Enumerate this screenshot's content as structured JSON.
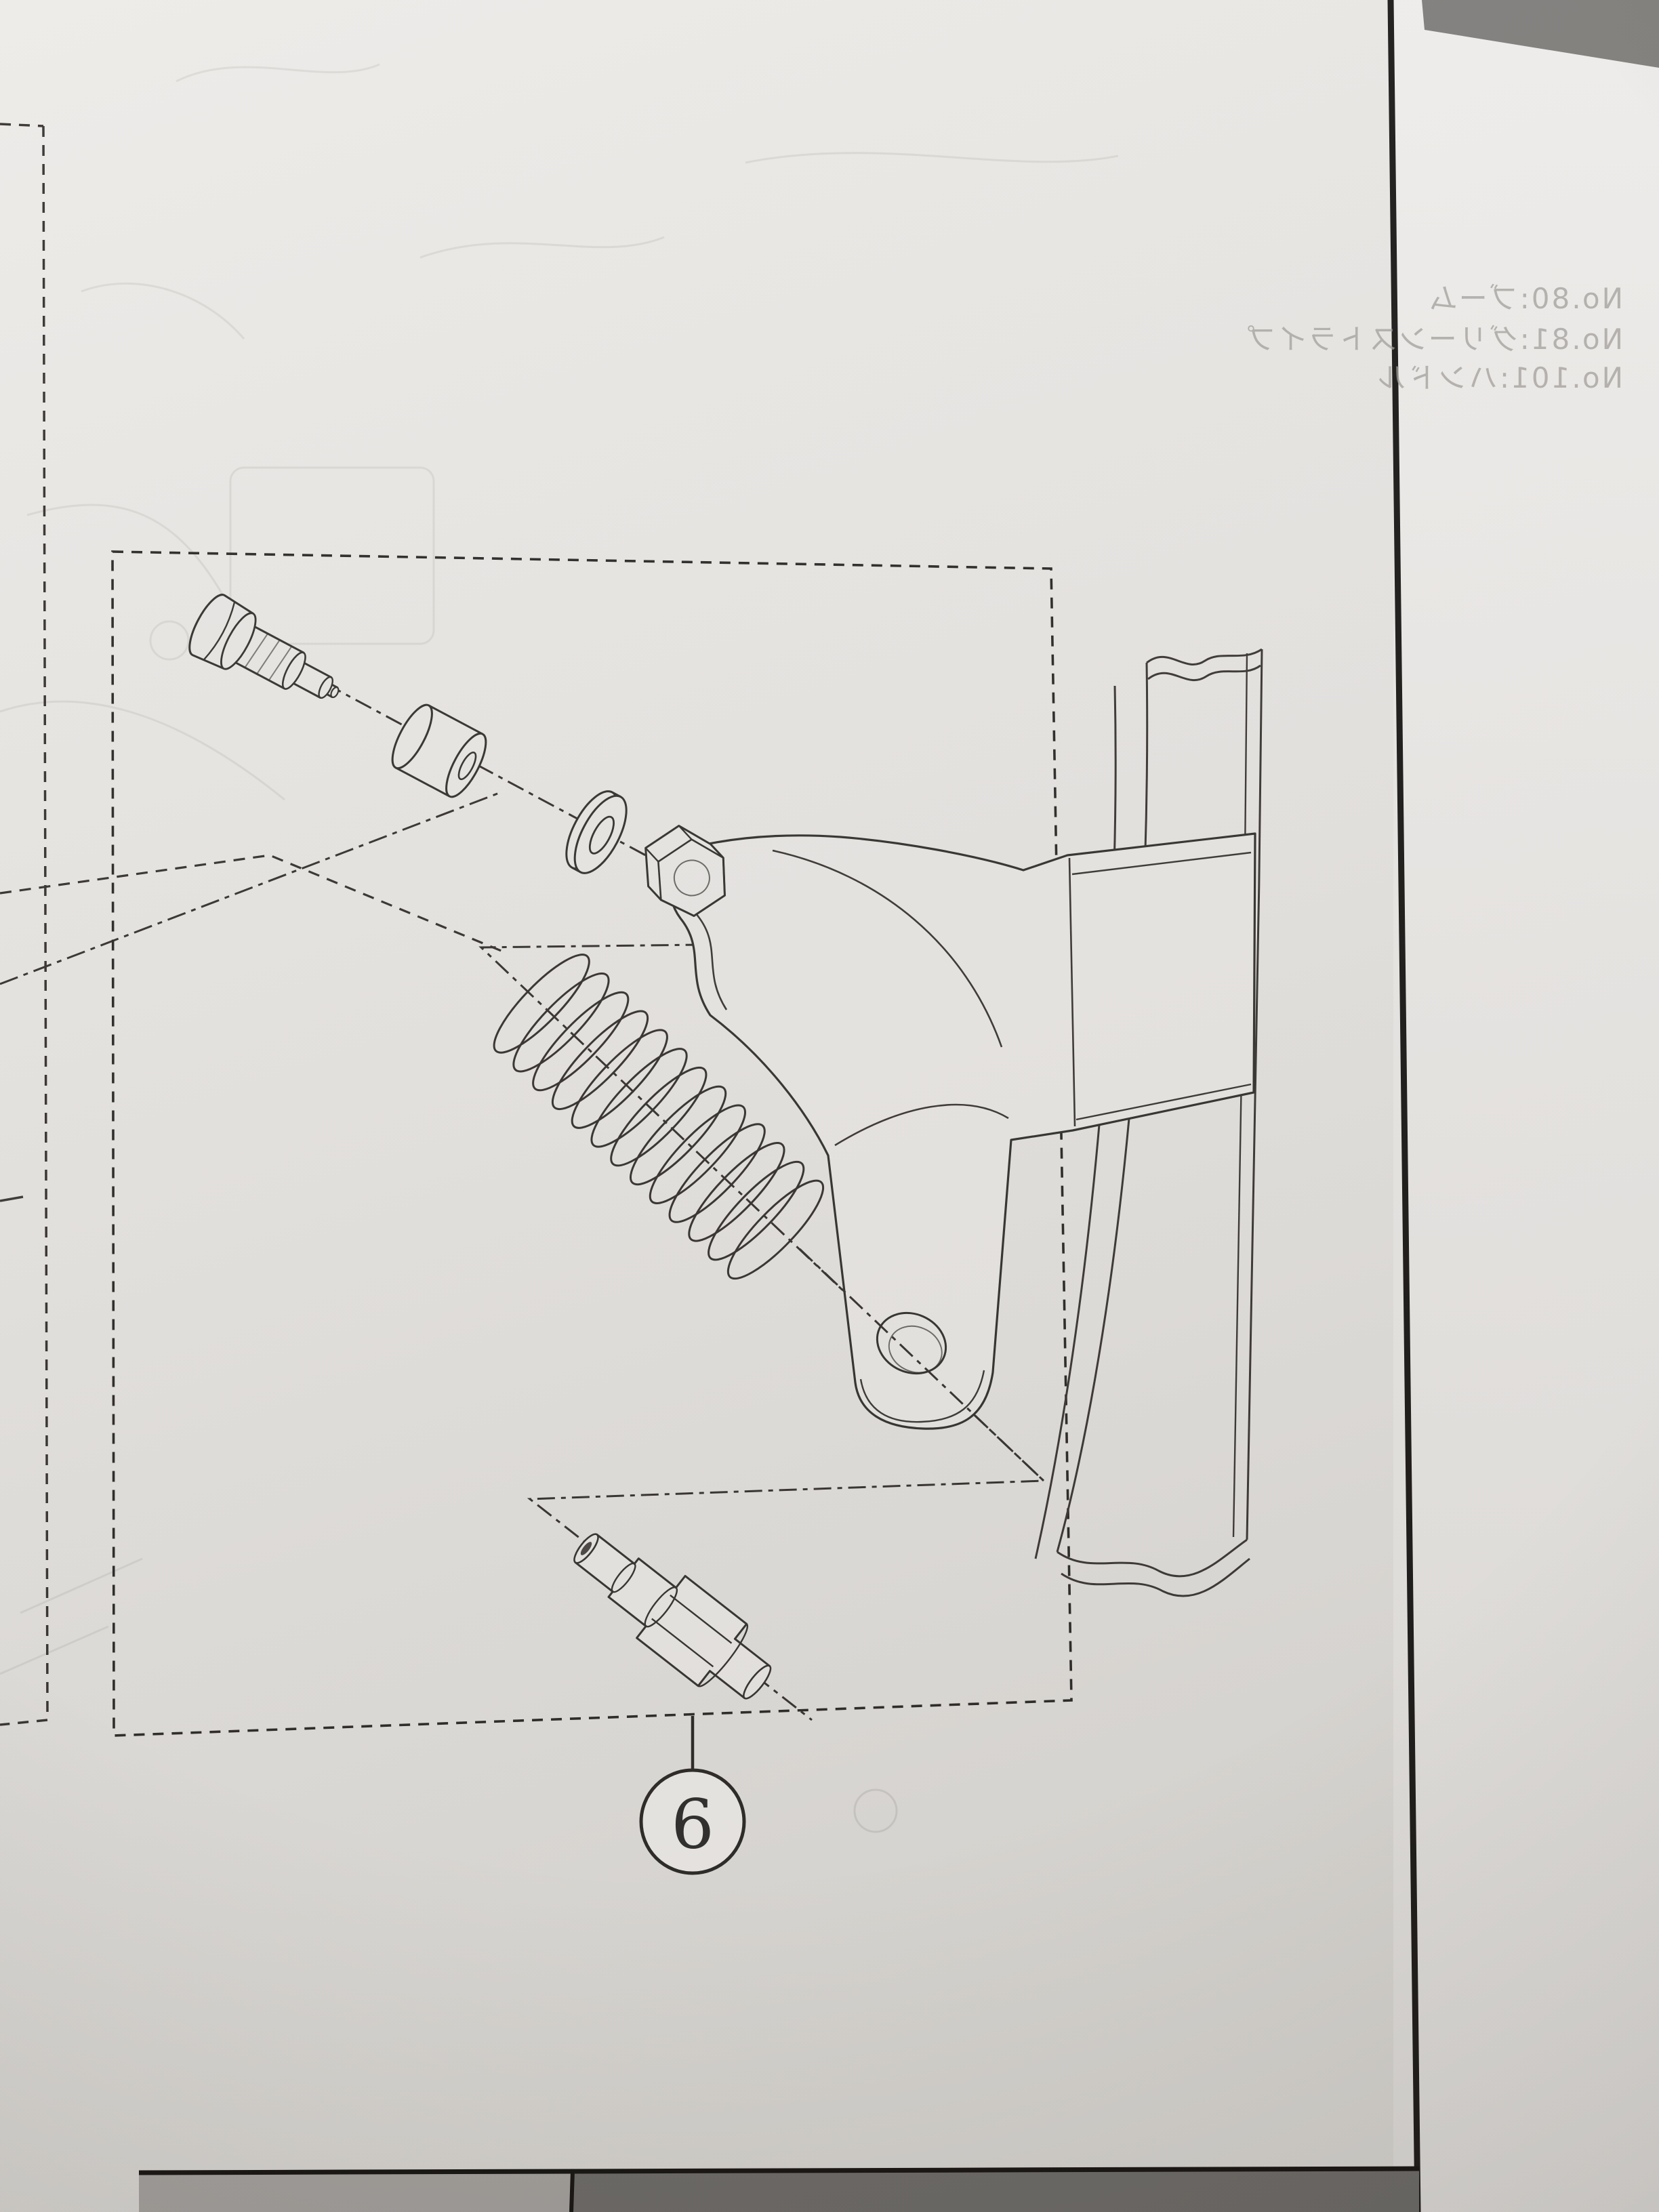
{
  "document": {
    "kind": "parts-catalog-exploded-view-photo",
    "callout": {
      "number": "6"
    },
    "ghost_text": {
      "lines": [
        "No.80:ブーム",
        "No.81:グリーンストライプ",
        "No.101:ハンドル"
      ]
    },
    "parts": [
      {
        "name": "hex-bolt"
      },
      {
        "name": "spacer-collar"
      },
      {
        "name": "flat-washer"
      },
      {
        "name": "hex-nut"
      },
      {
        "name": "coil-spring"
      },
      {
        "name": "bracket-lever"
      },
      {
        "name": "frame-bar"
      },
      {
        "name": "adjuster-screw"
      }
    ],
    "colors": {
      "paper": "#e9e7e4",
      "line": "#35322f",
      "page_edge": "#1c1a18",
      "table_band": "#6e6c69"
    }
  }
}
